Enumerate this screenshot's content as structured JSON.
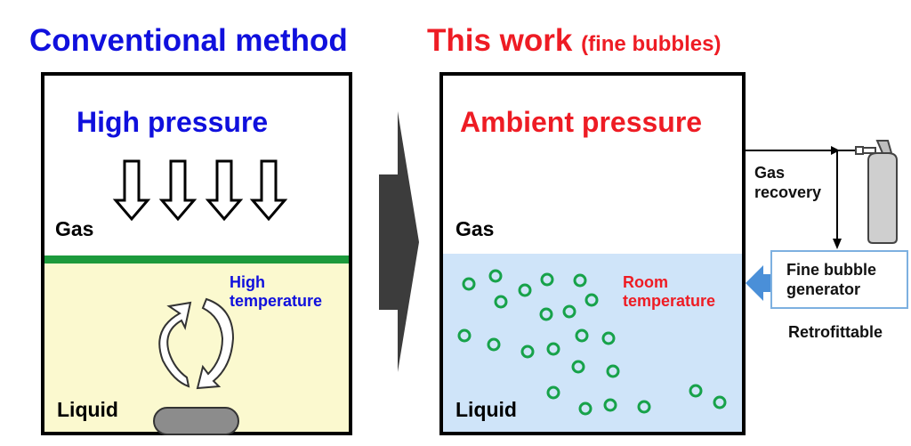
{
  "left": {
    "heading": "Conventional method",
    "pressure_label": "High pressure",
    "gas_label": "Gas",
    "liquid_label": "Liquid",
    "temperature_label": "High temperature",
    "heading_color": "#1010dd",
    "liquid_color": "#fbf9cf",
    "interface_color": "#1c9a3c"
  },
  "right": {
    "heading_main": "This work",
    "heading_paren": "(fine bubbles)",
    "pressure_label": "Ambient pressure",
    "gas_label": "Gas",
    "liquid_label": "Liquid",
    "temperature_label": "Room temperature",
    "gas_recovery_label": "Gas recovery",
    "generator_label": "Fine bubble generator",
    "retrofit_label": "Retrofittable",
    "heading_color": "#ee1c24",
    "liquid_color": "#cfe4f9",
    "bubble_color": "#17a24a",
    "generator_arrow_color": "#4a8fd8"
  },
  "icons": {
    "pressure": "down-arrow-icon",
    "circulation": "circular-arrows-icon",
    "heater": "heater-icon",
    "transition": "right-arrow-icon",
    "cylinder": "gas-cylinder-icon"
  }
}
